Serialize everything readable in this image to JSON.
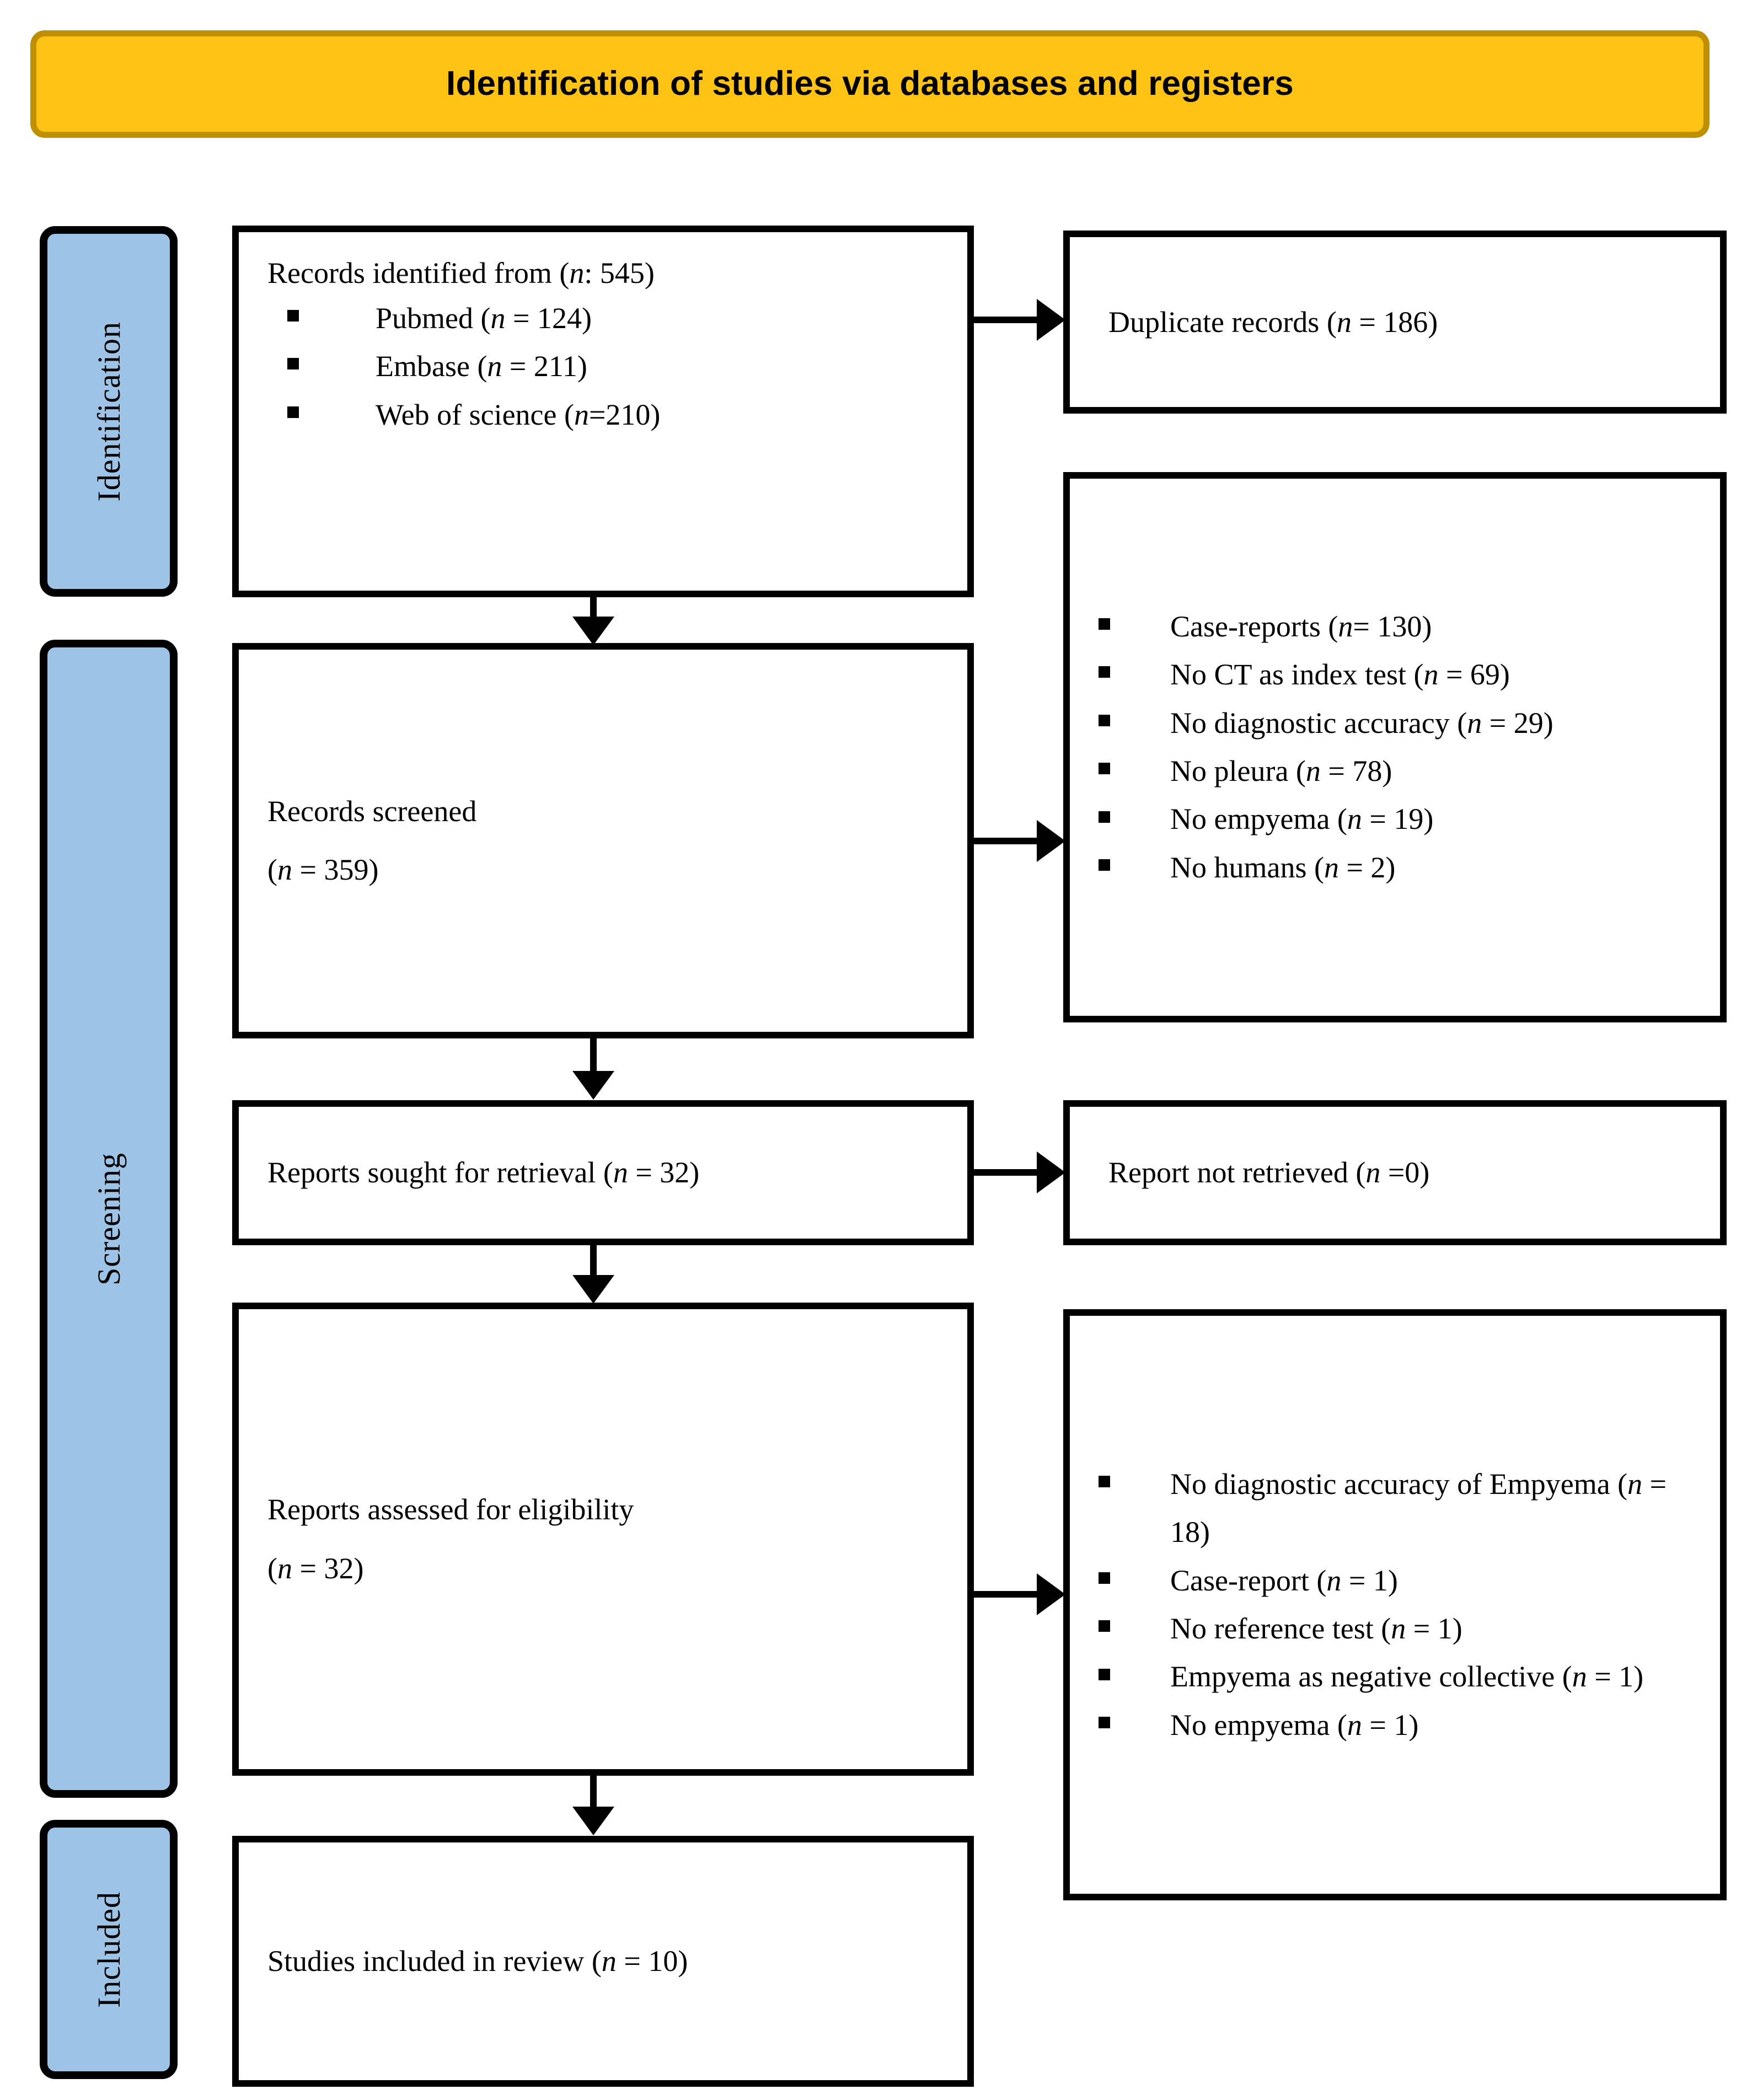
{
  "banner": {
    "title": "Identification of studies via databases and registers",
    "fill_color": "#FCC214",
    "border_color": "#BF8F00"
  },
  "stages": {
    "fill_color": "#9DC3E6",
    "items": [
      {
        "id": "identification",
        "label": "Identification"
      },
      {
        "id": "screening",
        "label": "Screening"
      },
      {
        "id": "included",
        "label": "Included"
      }
    ]
  },
  "flow": {
    "identified": {
      "heading_pre": "Records identified from (",
      "heading_n": "n",
      "heading_post": ": 545)",
      "sources": [
        {
          "name": "Pubmed (",
          "n": "n",
          "value": " = 124)"
        },
        {
          "name": "Embase (",
          "n": "n",
          "value": " = 211)"
        },
        {
          "name": "Web of science (",
          "n": "n",
          "value": "=210)"
        }
      ]
    },
    "duplicates": {
      "pre": "Duplicate records (",
      "n": "n",
      "post": " = 186)"
    },
    "screened": {
      "line1": "Records screened",
      "line2_pre": "(",
      "line2_n": "n",
      "line2_post": " = 359)"
    },
    "screening_exclusions": [
      {
        "pre": "Case-reports (",
        "n": "n",
        "post": "= 130)"
      },
      {
        "pre": "No CT as index test (",
        "n": "n",
        "post": " = 69)"
      },
      {
        "pre": "No diagnostic accuracy (",
        "n": "n",
        "post": " = 29)"
      },
      {
        "pre": "No pleura (",
        "n": "n",
        "post": " = 78)"
      },
      {
        "pre": "No empyema (",
        "n": "n",
        "post": " = 19)"
      },
      {
        "pre": "No humans (",
        "n": "n",
        "post": " = 2)"
      }
    ],
    "sought": {
      "pre": "Reports sought for retrieval (",
      "n": "n",
      "post": " = 32)"
    },
    "not_retrieved": {
      "pre": "Report not retrieved (",
      "n": "n",
      "post": " =0)"
    },
    "assessed": {
      "line1": "Reports assessed for eligibility",
      "line2_pre": "(",
      "line2_n": "n",
      "line2_post": " = 32)"
    },
    "eligibility_exclusions": [
      {
        "pre": "No diagnostic accuracy of Empyema (",
        "n": "n",
        "post": " = 18)"
      },
      {
        "pre": "Case-report (",
        "n": "n",
        "post": " = 1)"
      },
      {
        "pre": "No reference test (",
        "n": "n",
        "post": " = 1)"
      },
      {
        "pre": "Empyema as negative collective (",
        "n": "n",
        "post": " = 1)"
      },
      {
        "pre": "No empyema (",
        "n": "n",
        "post": " = 1)"
      }
    ],
    "included": {
      "pre": "Studies included in review (",
      "n": "n",
      "post": " = 10)"
    }
  }
}
